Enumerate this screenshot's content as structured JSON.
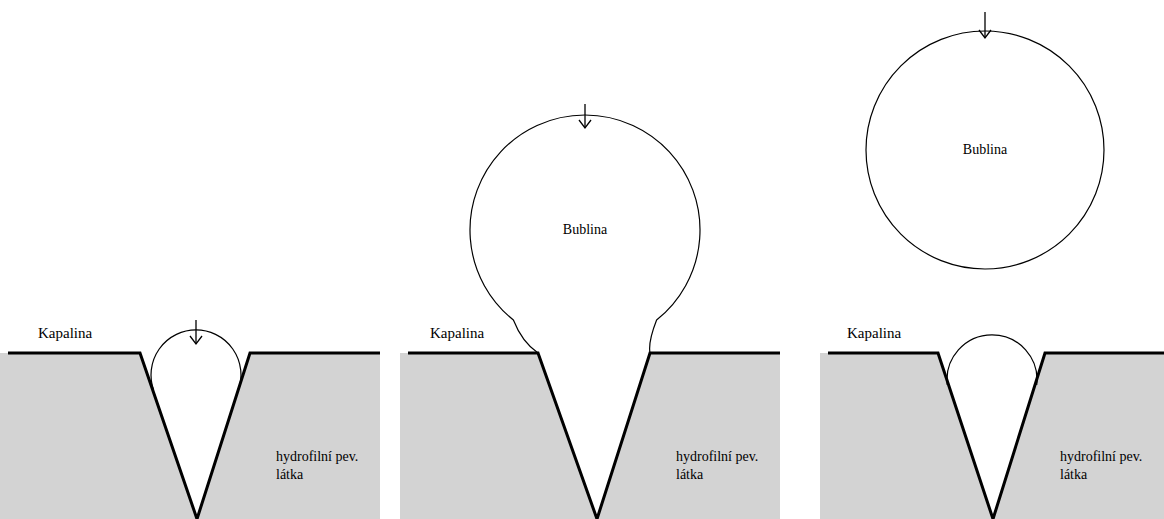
{
  "diagram": {
    "nodes": [
      {
        "text": [
          "hydrofilní pev. látka"
        ]
      },
      {
        "text": [
          "Bublina"
        ]
      },
      {
        "text": [
          "hydrofilní pev. látka"
        ]
      },
      {
        "text": [
          "Bublina"
        ]
      },
      {
        "text": [
          "hydrofilní pev. látka"
        ]
      }
    ],
    "labels": [
      "Kapalina",
      "Kapalina",
      "Kapalina"
    ]
  }
}
